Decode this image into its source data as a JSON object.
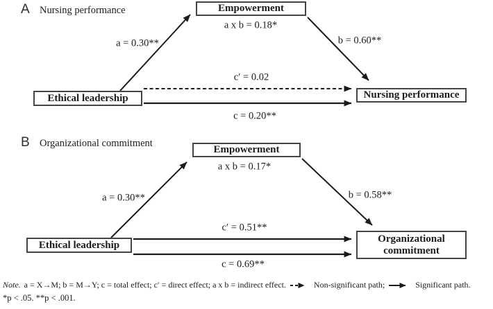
{
  "figure": {
    "type": "mediation-path-diagram",
    "background": "#ffffff",
    "ink_color": "#1c1c1c",
    "box_border_color": "#454545"
  },
  "panels": [
    {
      "tag": "A",
      "title": "Nursing performance",
      "boxes": {
        "predictor": "Ethical leadership",
        "mediator": "Empowerment",
        "outcome": "Nursing performance"
      },
      "paths": {
        "a": "a = 0.30**",
        "b": "b = 0.60**",
        "indirect": "a x b = 0.18*",
        "direct": "c′ = 0.02",
        "total": "c = 0.20**",
        "direct_line_style": "dashed"
      }
    },
    {
      "tag": "B",
      "title": "Organizational commitment",
      "boxes": {
        "predictor": "Ethical leadership",
        "mediator": "Empowerment",
        "outcome": "Organizational commitment"
      },
      "paths": {
        "a": "a = 0.30**",
        "b": "b = 0.58**",
        "indirect": "a x b = 0.17*",
        "direct": "c′ = 0.51**",
        "total": "c = 0.69**",
        "direct_line_style": "solid"
      }
    }
  ],
  "note": {
    "prefix": "Note.",
    "definitions": "a = X→M; b = M→Y; c = total effect; c′ = direct effect; a x b = indirect effect.",
    "nonsignificant_label": "Non-significant path;",
    "significant_label": "Significant path.",
    "significance_levels": "*p < .05. **p < .001."
  }
}
